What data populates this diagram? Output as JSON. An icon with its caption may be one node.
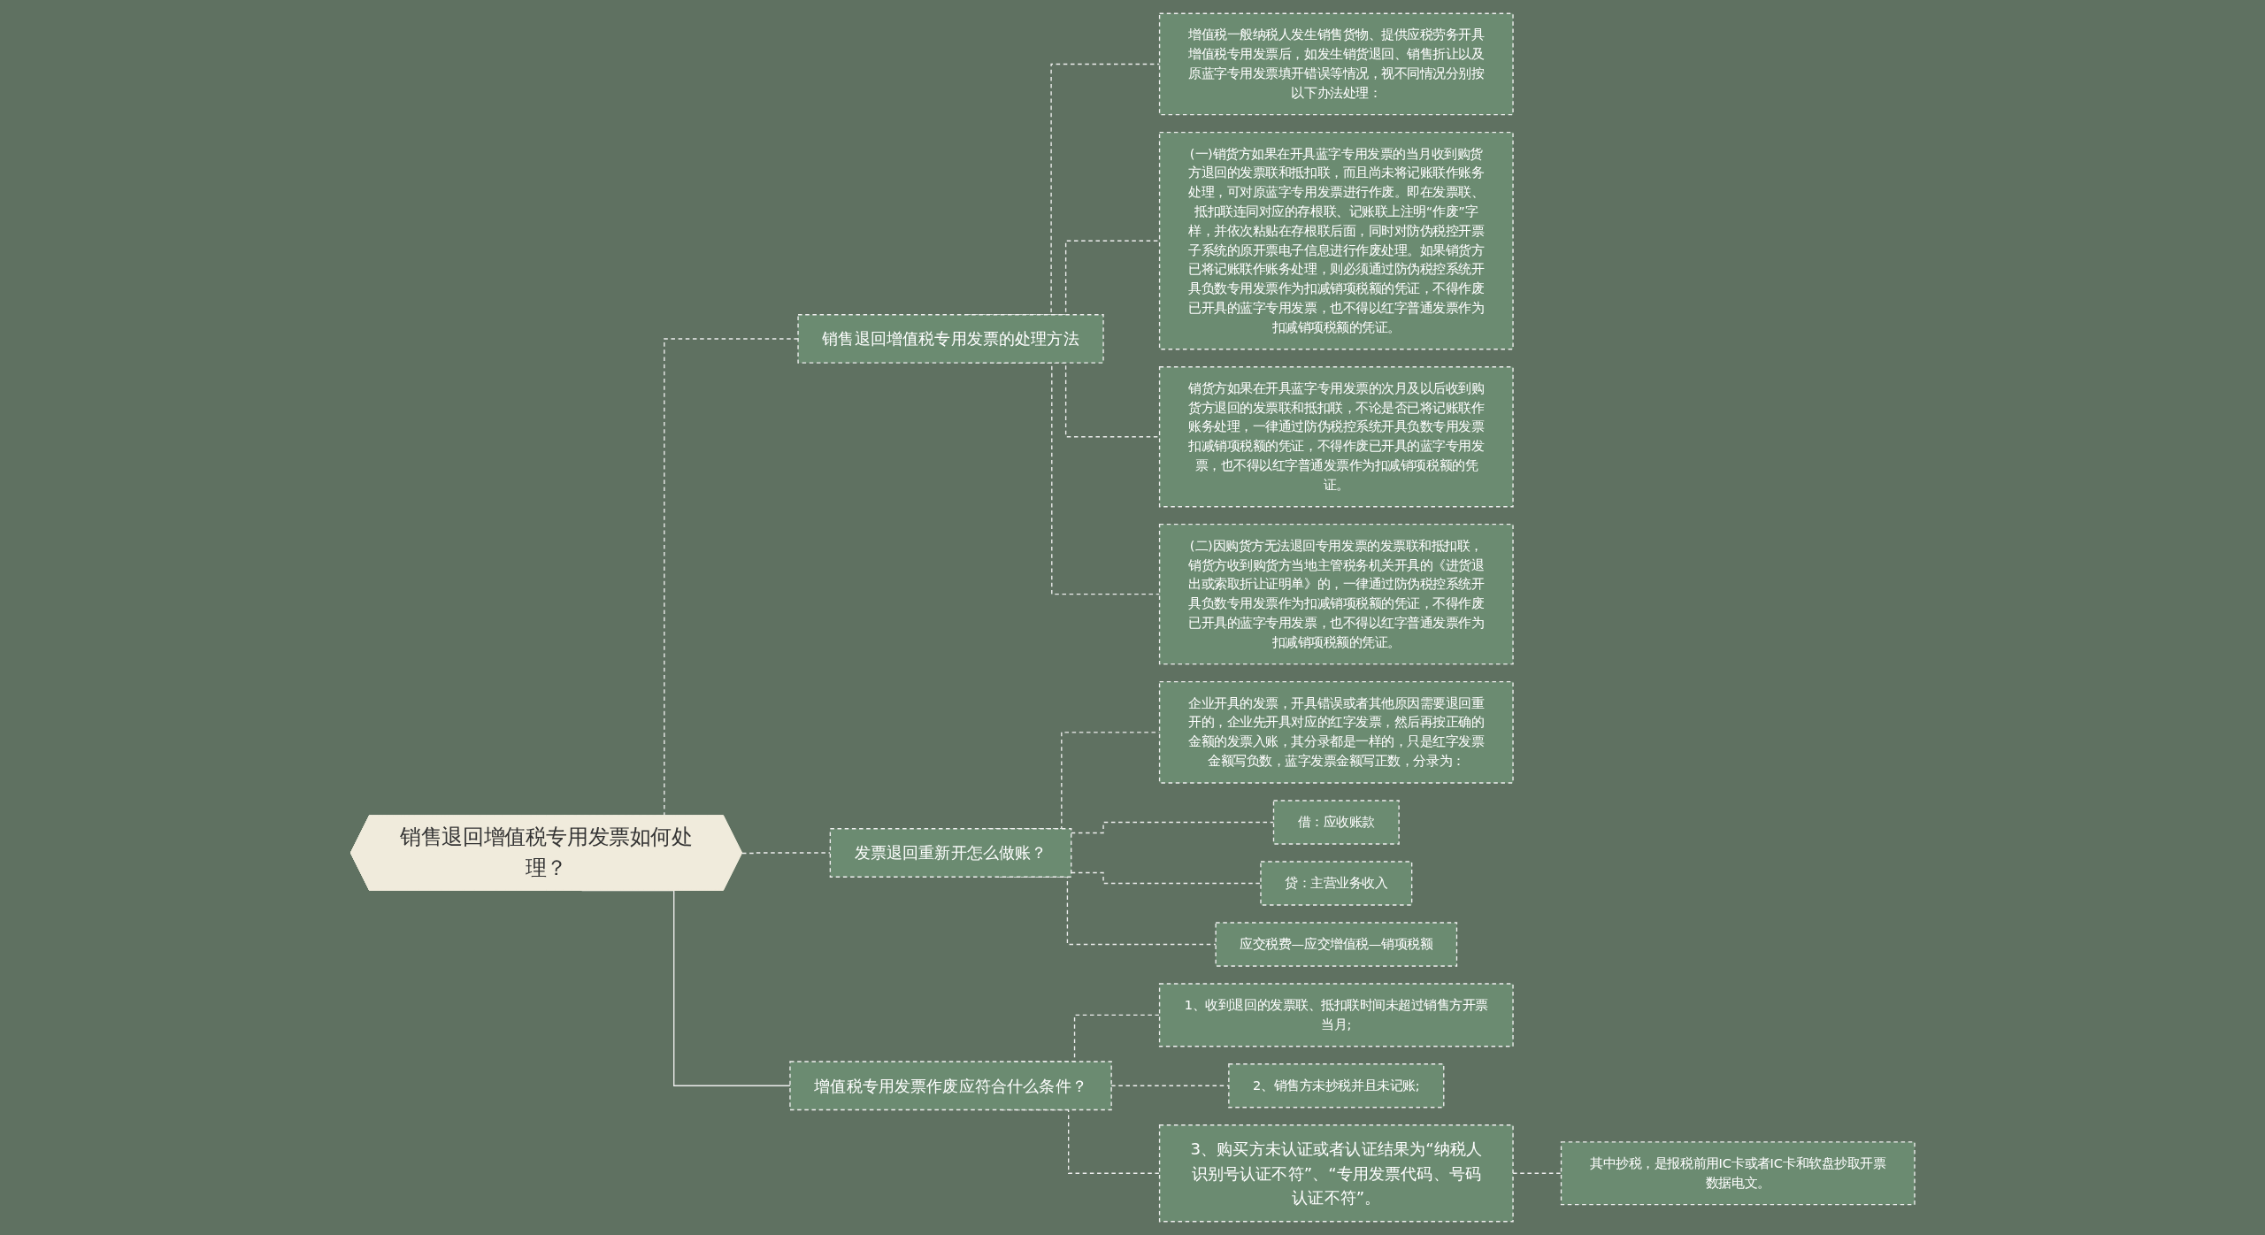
{
  "diagram": {
    "nodes": [
      {
        "text": [
          "销售退回增值税专用发票如何处理？"
        ]
      },
      {
        "text": [
          "销售退回增值税专用发票的处理方法"
        ]
      },
      {
        "text": [
          "增值税一般纳税人发生销售货物、提供应税劳务开具增值税专用发票后，如发生销货退回、销售折让以及原蓝字专用发票填开错误等情况，视不同情况分别按以下办法处理："
        ]
      },
      {
        "text": [
          "(一)销货方如果在开具蓝字专用发票的当月收到购货方退回的发票联和抵扣联，而且尚未将记账联作账务处理，可对原蓝字专用发票进行作废。即在发票联、抵扣联连同对应的存根联、记账联上注明“作废”字样，并依次粘贴在存根联后面，同时对防伪税控开票子系统的原开票电子信息进行作废处理。如果销货方已将记账联作账务处理，则必须通过防伪税控系统开具负数专用发票作为扣减销项税额的凭证，不得作废已开具的蓝字专用发票，也不得以红字普通发票作为扣减销项税额的凭证。"
        ]
      },
      {
        "text": [
          "销货方如果在开具蓝字专用发票的次月及以后收到购货方退回的发票联和抵扣联，不论是否已将记账联作账务处理，一律通过防伪税控系统开具负数专用发票扣减销项税额的凭证，不得作废已开具的蓝字专用发票，也不得以红字普通发票作为扣减销项税额的凭证。"
        ]
      },
      {
        "text": [
          "(二)因购货方无法退回专用发票的发票联和抵扣联，销货方收到购货方当地主管税务机关开具的《进货退出或索取折让证明单》的，一律通过防伪税控系统开具负数专用发票作为扣减销项税额的凭证，不得作废已开具的蓝字专用发票，也不得以红字普通发票作为扣减销项税额的凭证。"
        ]
      },
      {
        "text": [
          "发票退回重新开怎么做账？"
        ]
      },
      {
        "text": [
          "企业开具的发票，开具错误或者其他原因需要退回重开的，企业先开具对应的红字发票，然后再按正确的金额的发票入账，其分录都是一样的，只是红字发票金额写负数，蓝字发票金额写正数，分录为："
        ]
      },
      {
        "text": [
          "借：应收账款"
        ]
      },
      {
        "text": [
          "贷：主营业务收入"
        ]
      },
      {
        "text": [
          "应交税费—应交增值税—销项税额"
        ]
      },
      {
        "text": [
          "增值税专用发票作废应符合什么条件？"
        ]
      },
      {
        "text": [
          "1、收到退回的发票联、抵扣联时间未超过销售方开票当月;"
        ]
      },
      {
        "text": [
          "2、销售方未抄税并且未记账;"
        ]
      },
      {
        "text": [
          "3、购买方未认证或者认证结果为“纳税人识别号认证不符”、“专用发票代码、号码认证不符”。"
        ]
      },
      {
        "text": [
          "其中抄税，是报税前用IC卡或者IC卡和软盘抄取开票数据电文。"
        ]
      }
    ],
    "edges": [
      {
        "from": 0,
        "to": 1,
        "arrow": "none",
        "style": "dashed"
      },
      {
        "from": 1,
        "to": 2,
        "arrow": "none",
        "style": "dashed"
      },
      {
        "from": 1,
        "to": 3,
        "arrow": "none",
        "style": "dashed"
      },
      {
        "from": 1,
        "to": 4,
        "arrow": "none",
        "style": "dashed"
      },
      {
        "from": 1,
        "to": 5,
        "arrow": "none",
        "style": "dashed"
      },
      {
        "from": 0,
        "to": 6,
        "arrow": "none",
        "style": "dashed"
      },
      {
        "from": 6,
        "to": 7,
        "arrow": "none",
        "style": "dashed"
      },
      {
        "from": 6,
        "to": 8,
        "arrow": "none",
        "style": "dashed"
      },
      {
        "from": 6,
        "to": 9,
        "arrow": "none",
        "style": "dashed"
      },
      {
        "from": 6,
        "to": 10,
        "arrow": "none",
        "style": "dashed"
      },
      {
        "from": 0,
        "to": 11,
        "arrow": "none"
      },
      {
        "from": 11,
        "to": 12,
        "arrow": "none",
        "style": "dashed"
      },
      {
        "from": 11,
        "to": 13,
        "arrow": "none",
        "style": "dashed"
      },
      {
        "from": 11,
        "to": 14,
        "arrow": "none",
        "style": "dashed"
      },
      {
        "from": 14,
        "to": 15,
        "arrow": "none",
        "style": "dashed"
      }
    ]
  }
}
